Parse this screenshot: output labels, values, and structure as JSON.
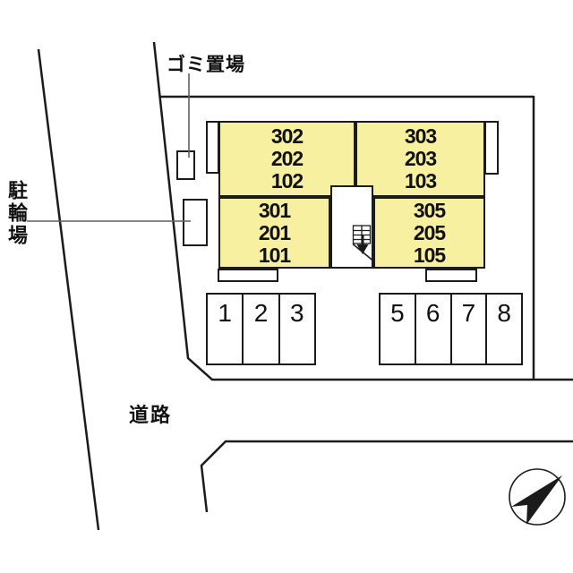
{
  "labels": {
    "garbage_area": "ゴミ置場",
    "bicycle_parking": "駐輪場",
    "road": "道路"
  },
  "building": {
    "rooms": [
      {
        "name": "left-top-stack",
        "units": [
          "302",
          "202",
          "102"
        ]
      },
      {
        "name": "right-top-stack",
        "units": [
          "303",
          "203",
          "103"
        ]
      },
      {
        "name": "left-bottom-stack",
        "units": [
          "301",
          "201",
          "101"
        ]
      },
      {
        "name": "right-bottom-stack",
        "units": [
          "305",
          "205",
          "105"
        ]
      }
    ],
    "stairwell": {
      "icon": "stairs-with-down-arrow"
    }
  },
  "parking": {
    "left_row": [
      "1",
      "2",
      "3"
    ],
    "right_row": [
      "5",
      "6",
      "7",
      "8"
    ]
  },
  "compass": {
    "icon": "north-arrow",
    "direction": "upper-right"
  },
  "colors": {
    "room_fill": "#f7f0a0",
    "line": "#1b1b1b",
    "leader": "#5f5f5f",
    "text": "#111111",
    "bg": "#ffffff"
  }
}
